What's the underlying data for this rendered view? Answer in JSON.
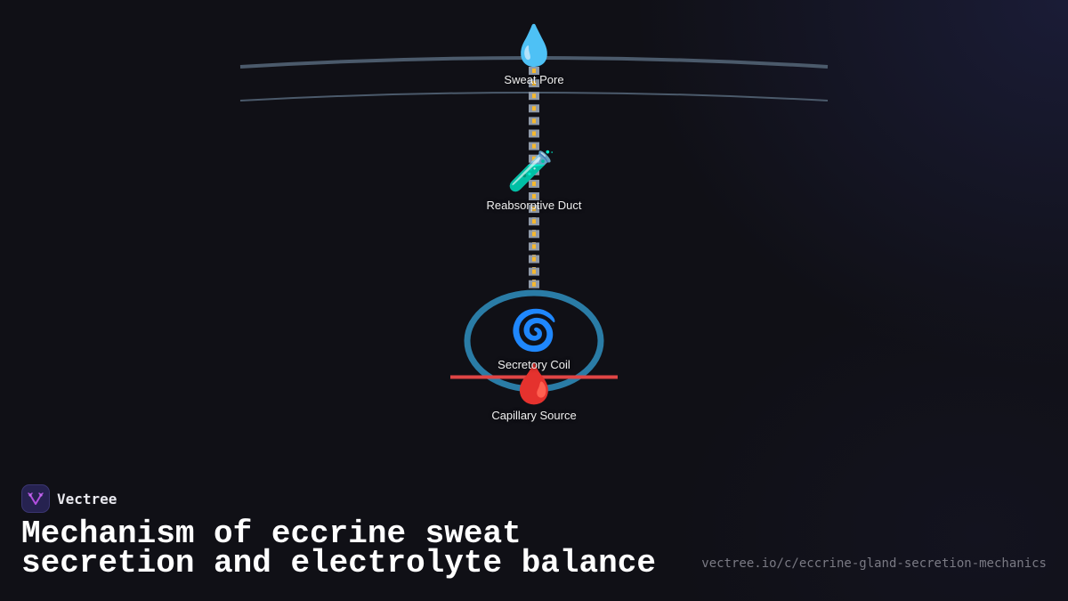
{
  "diagram": {
    "colors": {
      "skin_line": "#4b5a6b",
      "duct_segment": "#8f99a8",
      "duct_core": "#f5b82e",
      "coil": "#2a7ca6",
      "capillary": "#e04545",
      "background": "#101016"
    },
    "nodes": [
      {
        "id": "sweat-pore",
        "label": "Sweat Pore",
        "icon": "droplet-icon",
        "glyph": "💧"
      },
      {
        "id": "reabsorptive-duct",
        "label": "Reabsorptive Duct",
        "icon": "test-tube-icon",
        "glyph": "🧪"
      },
      {
        "id": "secretory-coil",
        "label": "Secretory Coil",
        "icon": "cyclone-icon",
        "glyph": "🌀"
      },
      {
        "id": "capillary-source",
        "label": "Capillary Source",
        "icon": "blood-drop-icon",
        "glyph": "🩸"
      }
    ]
  },
  "brand": {
    "name": "Vectree"
  },
  "title": {
    "line1": "Mechanism of eccrine sweat",
    "line2": "secretion and electrolyte balance"
  },
  "footer": {
    "url": "vectree.io/c/eccrine-gland-secretion-mechanics"
  }
}
